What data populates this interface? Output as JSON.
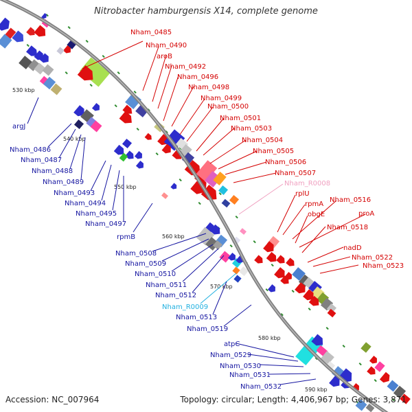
{
  "title": "Nitrobacter hamburgensis X14, complete genome",
  "footer": {
    "accession": "Accession: NC_007964",
    "topology": "Topology: circular; Length: 4,406,967 bp; Genes: 3,871"
  },
  "colors": {
    "forward_label": "#d40000",
    "reverse_label": "#1414a0",
    "rrna_label": "#f0a0c0",
    "trna_label": "#20b0e0",
    "backbone": "#808080"
  },
  "kbp_ticks": [
    {
      "label": "530 kbp"
    },
    {
      "label": "540 kbp"
    },
    {
      "label": "550 kbp"
    },
    {
      "label": "560 kbp"
    },
    {
      "label": "570 kbp"
    },
    {
      "label": "580 kbp"
    },
    {
      "label": "590 kbp"
    }
  ],
  "forward_labels": [
    {
      "text": "Nham_0485"
    },
    {
      "text": "Nham_0490"
    },
    {
      "text": "aroB"
    },
    {
      "text": "Nham_0492"
    },
    {
      "text": "Nham_0496"
    },
    {
      "text": "Nham_0498"
    },
    {
      "text": "Nham_0499"
    },
    {
      "text": "Nham_0500"
    },
    {
      "text": "Nham_0501"
    },
    {
      "text": "Nham_0503"
    },
    {
      "text": "Nham_0504"
    },
    {
      "text": "Nham_0505"
    },
    {
      "text": "Nham_0506"
    },
    {
      "text": "Nham_0507"
    },
    {
      "text": "Nham_R0008",
      "kind": "rrna"
    },
    {
      "text": "rplU"
    },
    {
      "text": "rpmA"
    },
    {
      "text": "Nham_0516"
    },
    {
      "text": "obgE"
    },
    {
      "text": "proA"
    },
    {
      "text": "Nham_0518"
    },
    {
      "text": "nadD"
    },
    {
      "text": "Nham_0522"
    },
    {
      "text": "Nham_0523"
    }
  ],
  "reverse_labels": [
    {
      "text": "argJ"
    },
    {
      "text": "Nham_0486"
    },
    {
      "text": "Nham_0487"
    },
    {
      "text": "Nham_0488"
    },
    {
      "text": "Nham_0489"
    },
    {
      "text": "Nham_0493"
    },
    {
      "text": "Nham_0494"
    },
    {
      "text": "Nham_0495"
    },
    {
      "text": "Nham_0497"
    },
    {
      "text": "rpmB"
    },
    {
      "text": "Nham_0508"
    },
    {
      "text": "Nham_0509"
    },
    {
      "text": "Nham_0510"
    },
    {
      "text": "Nham_0511"
    },
    {
      "text": "Nham_0512"
    },
    {
      "text": "Nham_R0009",
      "kind": "trna"
    },
    {
      "text": "Nham_0513"
    },
    {
      "text": "Nham_0519"
    },
    {
      "text": "atpC"
    },
    {
      "text": "Nham_0529"
    },
    {
      "text": "Nham_0530"
    },
    {
      "text": "Nham_0531"
    },
    {
      "text": "Nham_0532"
    }
  ]
}
